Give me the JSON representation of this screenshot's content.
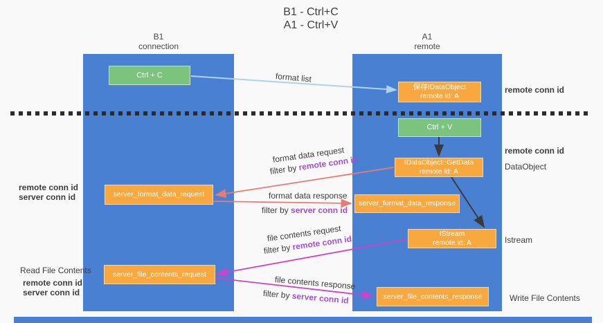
{
  "title": {
    "line1": "B1 - Ctrl+C",
    "line2": "A1 - Ctrl+V"
  },
  "lifelines": {
    "left": {
      "name": "B1",
      "role": "connection"
    },
    "right": {
      "name": "A1",
      "role": "remote"
    }
  },
  "nodes": {
    "ctrl_c": {
      "label": "Ctrl + C"
    },
    "save_idataobject": {
      "line1": "保存IDataObject",
      "line2": "remote id: A"
    },
    "ctrl_v": {
      "label": "Ctrl + V"
    },
    "getdata": {
      "line1": "IDataObject::GetData",
      "line2": "remote id: A"
    },
    "format_request": {
      "label": "server_format_data_request"
    },
    "format_response": {
      "label": "server_format_data_response"
    },
    "istream": {
      "line1": "IStream",
      "line2": "remote id: A"
    },
    "file_request": {
      "label": "server_file_contents_request"
    },
    "file_response": {
      "label": "server_file_contents_response"
    }
  },
  "messages": {
    "format_list": {
      "label": "format list"
    },
    "format_data_request": {
      "label": "format data request",
      "filter_prefix": "filter by ",
      "filter_key": "remote conn id"
    },
    "format_data_response": {
      "label": "format data response",
      "filter_prefix": "filter by ",
      "filter_key": "server conn id"
    },
    "file_contents_request": {
      "label": "file contents request",
      "filter_prefix": "filter by ",
      "filter_key": "remote conn id"
    },
    "file_contents_response": {
      "label": "file contents response",
      "filter_prefix": "filter by ",
      "filter_key": "server conn id"
    }
  },
  "annotations": {
    "right_remote_conn_id_top": "remote conn id",
    "right_remote_conn_id_mid": "remote conn id",
    "right_dataobject": "DataObject",
    "right_istream": "Istream",
    "right_write_file": "Write File Contents",
    "left_remote_conn_id_top": "remote conn id",
    "left_server_conn_id_top": "server conn id",
    "left_read_file": "Read File Contents",
    "left_remote_conn_id_bottom": "remote conn id",
    "left_server_conn_id_bottom": "server conn id"
  },
  "colors": {
    "lane_blue": "#4a80d2",
    "box_green": "#7cc47e",
    "box_orange": "#f8a83f",
    "purple_text": "#a350ce",
    "green_text": "#58b55a",
    "red_arrow": "#ea7a72",
    "magenta_arrow": "#cc42c8",
    "blue_arrow": "#abd3ee",
    "black_arrow": "#3a3a3a"
  }
}
